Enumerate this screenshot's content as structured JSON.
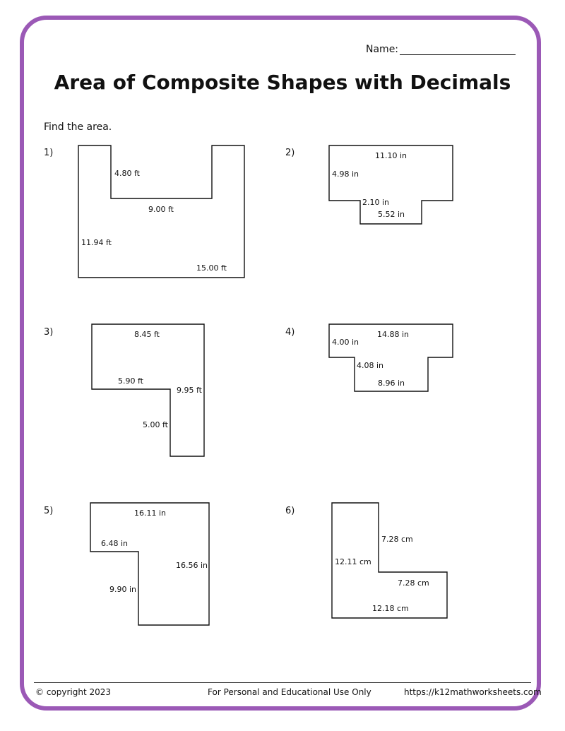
{
  "header": {
    "name_label": "Name:",
    "title": "Area of Composite Shapes with Decimals",
    "instruction": "Find the area."
  },
  "problems": [
    {
      "number": "1)",
      "labels": [
        "4.80 ft",
        "9.00 ft",
        "11.94 ft",
        "15.00 ft"
      ]
    },
    {
      "number": "2)",
      "labels": [
        "11.10 in",
        "4.98 in",
        "2.10 in",
        "5.52 in"
      ]
    },
    {
      "number": "3)",
      "labels": [
        "8.45 ft",
        "5.90 ft",
        "9.95 ft",
        "5.00 ft"
      ]
    },
    {
      "number": "4)",
      "labels": [
        "14.88 in",
        "4.00 in",
        "4.08 in",
        "8.96 in"
      ]
    },
    {
      "number": "5)",
      "labels": [
        "16.11 in",
        "6.48 in",
        "16.56 in",
        "9.90 in"
      ]
    },
    {
      "number": "6)",
      "labels": [
        "7.28 cm",
        "12.11 cm",
        "7.28 cm",
        "12.18 cm"
      ]
    }
  ],
  "footer": {
    "copyright": "© copyright 2023",
    "usage": "For Personal and Educational Use Only",
    "url": "https://k12mathworksheets.com"
  },
  "colors": {
    "border": "#9b59b6"
  }
}
